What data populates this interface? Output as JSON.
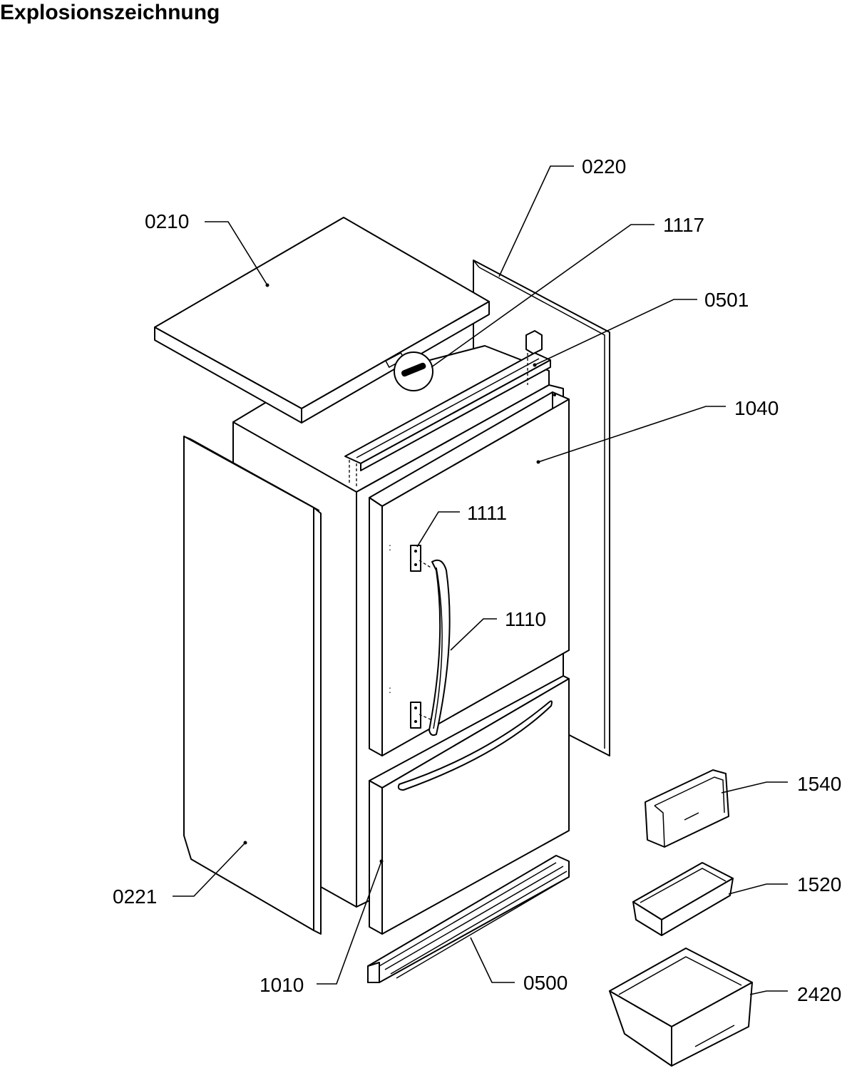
{
  "title": "Explosionszeichnung",
  "parts": [
    {
      "id": "0210",
      "label": "0210"
    },
    {
      "id": "0220",
      "label": "0220"
    },
    {
      "id": "1117",
      "label": "1117"
    },
    {
      "id": "0501",
      "label": "0501"
    },
    {
      "id": "1040",
      "label": "1040"
    },
    {
      "id": "1111",
      "label": "1111"
    },
    {
      "id": "1110",
      "label": "1110"
    },
    {
      "id": "1540",
      "label": "1540"
    },
    {
      "id": "1520",
      "label": "1520"
    },
    {
      "id": "2420",
      "label": "2420"
    },
    {
      "id": "0221",
      "label": "0221"
    },
    {
      "id": "1010",
      "label": "1010"
    },
    {
      "id": "0500",
      "label": "0500"
    }
  ]
}
